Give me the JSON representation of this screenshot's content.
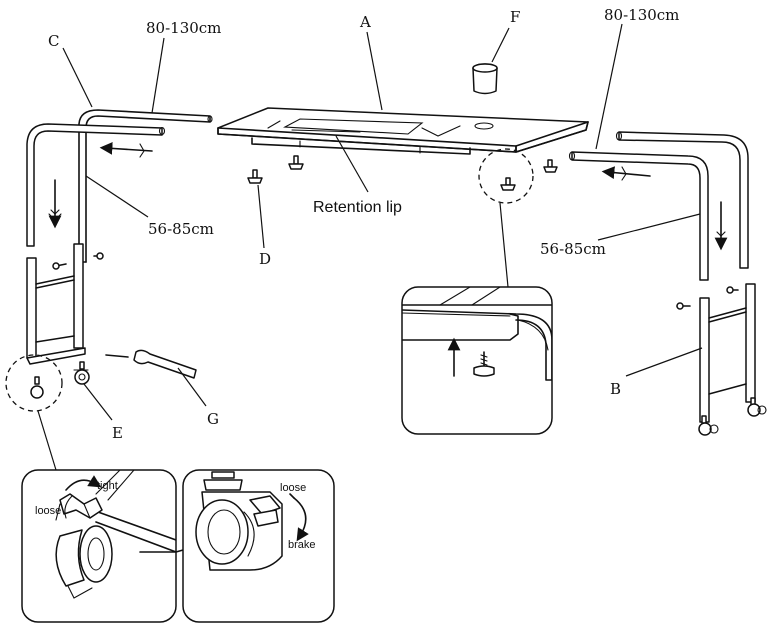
{
  "labels": {
    "a": "A",
    "b": "B",
    "c": "C",
    "d": "D",
    "e": "E",
    "f": "F",
    "g": "G",
    "retention_lip": "Retention lip",
    "length_left_top": "80-130cm",
    "length_right_top": "80-130cm",
    "height_left": "56-85cm",
    "height_right": "56-85cm"
  },
  "caster_detail_left": {
    "tight": "tight",
    "loose": "loose"
  },
  "caster_detail_right": {
    "loose": "loose",
    "brake": "brake"
  },
  "icons": [
    "arrow-down-icon",
    "arrow-left-icon",
    "arrow-up-icon"
  ]
}
